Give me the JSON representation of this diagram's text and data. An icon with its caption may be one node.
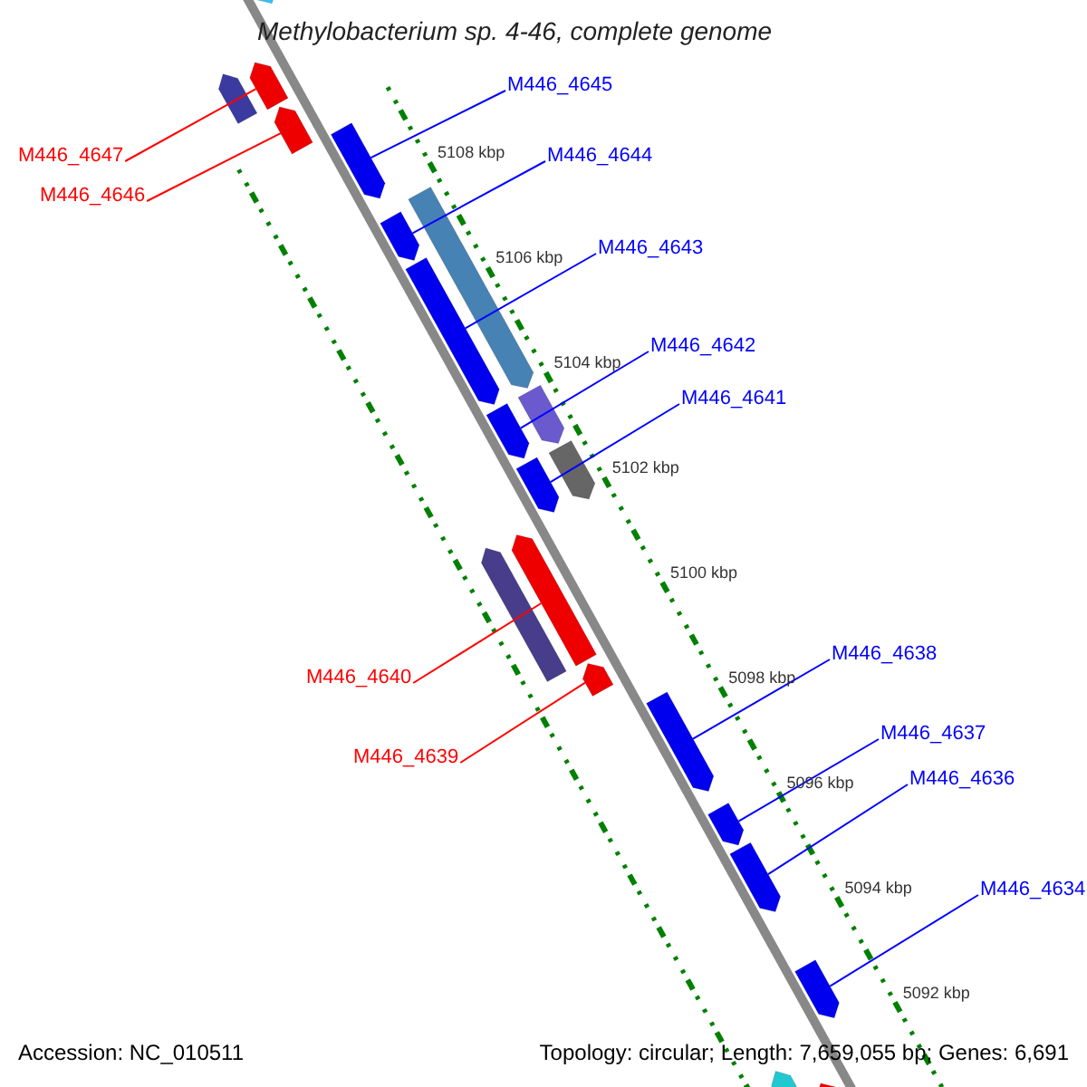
{
  "diagram": {
    "title": "Methylobacterium sp. 4-46, complete genome",
    "nodes": [
      {
        "text": [
          "M446_4647"
        ]
      },
      {
        "text": [],
        "shape": "bar"
      },
      {
        "text": [
          "M446_4645"
        ]
      },
      {
        "text": [],
        "shape": "bar"
      },
      {
        "text": [
          "M446_4646"
        ]
      },
      {
        "text": [],
        "shape": "bar"
      },
      {
        "text": [
          "M446_4644"
        ]
      },
      {
        "text": [],
        "shape": "bar"
      },
      {
        "text": [
          "M446_4643"
        ]
      },
      {
        "text": [],
        "shape": "bar"
      },
      {
        "text": [
          "M446_4642"
        ]
      },
      {
        "text": [],
        "shape": "bar"
      },
      {
        "text": [
          "M446_4641"
        ]
      },
      {
        "text": [],
        "shape": "bar"
      },
      {
        "text": [
          "M446_4638"
        ]
      },
      {
        "text": [],
        "shape": "bar"
      },
      {
        "text": [
          "M446_4640"
        ]
      },
      {
        "text": [],
        "shape": "bar"
      },
      {
        "text": [
          "M446_4637"
        ]
      },
      {
        "text": [],
        "shape": "bar"
      },
      {
        "text": [
          "M446_4639"
        ]
      },
      {
        "text": [],
        "shape": "bar"
      },
      {
        "text": [
          "M446_4636"
        ]
      },
      {
        "text": [],
        "shape": "bar"
      },
      {
        "text": [
          "M446_4634"
        ]
      },
      {
        "text": [],
        "shape": "bar"
      },
      {
        "text": [],
        "shape": "bar"
      },
      {
        "text": [],
        "shape": "bar"
      },
      {
        "text": [],
        "shape": "bar"
      },
      {
        "text": [],
        "shape": "bar"
      },
      {
        "text": [],
        "shape": "bar"
      },
      {
        "text": [],
        "shape": "bar"
      },
      {
        "text": [],
        "shape": "bar"
      },
      {
        "text": [],
        "shape": "bar"
      }
    ],
    "edges": [
      {
        "from": 0,
        "to": 1,
        "arrow": "none",
        "color": "#ff0000"
      },
      {
        "from": 2,
        "to": 3,
        "arrow": "none"
      },
      {
        "from": 4,
        "to": 5,
        "arrow": "none",
        "color": "#ff0000"
      },
      {
        "from": 6,
        "to": 7,
        "arrow": "none"
      },
      {
        "from": 8,
        "to": 9,
        "arrow": "none"
      },
      {
        "from": 10,
        "to": 11,
        "arrow": "none"
      },
      {
        "from": 12,
        "to": 13,
        "arrow": "none"
      },
      {
        "from": 14,
        "to": 15,
        "arrow": "none"
      },
      {
        "from": 16,
        "to": 17,
        "arrow": "none",
        "color": "#ff0000"
      },
      {
        "from": 18,
        "to": 19,
        "arrow": "none"
      },
      {
        "from": 20,
        "to": 21,
        "arrow": "none",
        "color": "#ff0000"
      },
      {
        "from": 22,
        "to": 23,
        "arrow": "none"
      },
      {
        "from": 24,
        "to": 25,
        "arrow": "none"
      }
    ],
    "labels": [
      "5108 kbp",
      "5106 kbp",
      "5104 kbp",
      "5102 kbp",
      "5100 kbp",
      "5098 kbp",
      "5096 kbp",
      "5094 kbp",
      "5092 kbp",
      "Accession: NC_010511",
      "Topology: circular; Length: 7,659,055 bp; Genes: 6,691"
    ]
  }
}
